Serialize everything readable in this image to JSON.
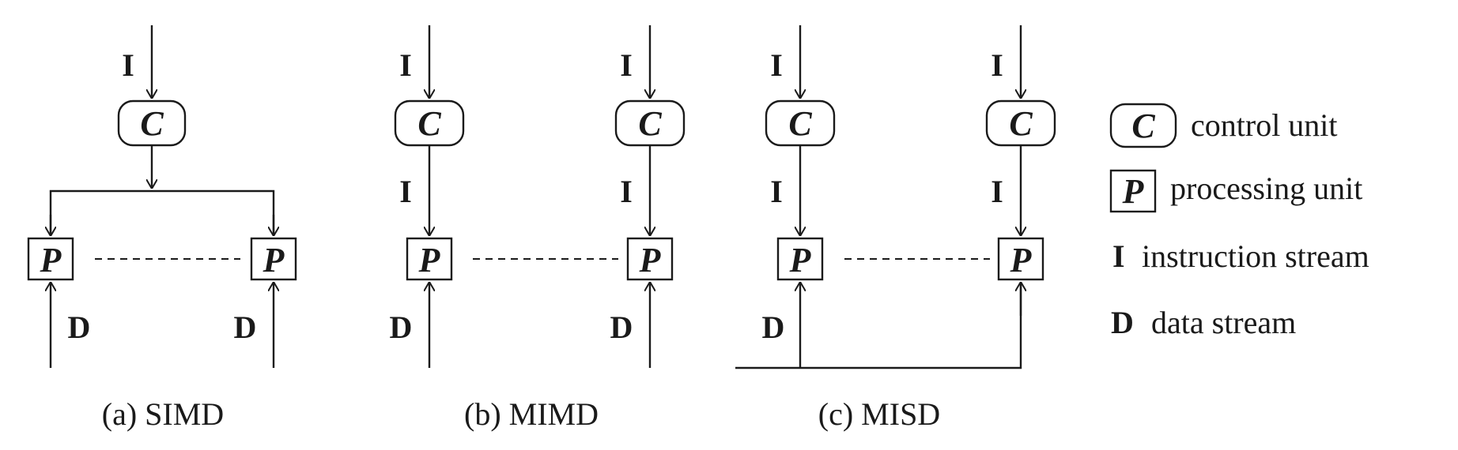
{
  "labels": {
    "control": "C",
    "processing": "P",
    "instruction": "I",
    "data": "D"
  },
  "panels": {
    "simd": {
      "caption": "(a) SIMD"
    },
    "mimd": {
      "caption": "(b) MIMD"
    },
    "misd": {
      "caption": "(c) MISD"
    }
  },
  "legend": {
    "control_unit": "control unit",
    "processing_unit": "processing unit",
    "instruction_stream": "instruction stream",
    "data_stream": "data stream"
  },
  "colors": {
    "ink": "#1a1a1a",
    "background": "#ffffff"
  }
}
